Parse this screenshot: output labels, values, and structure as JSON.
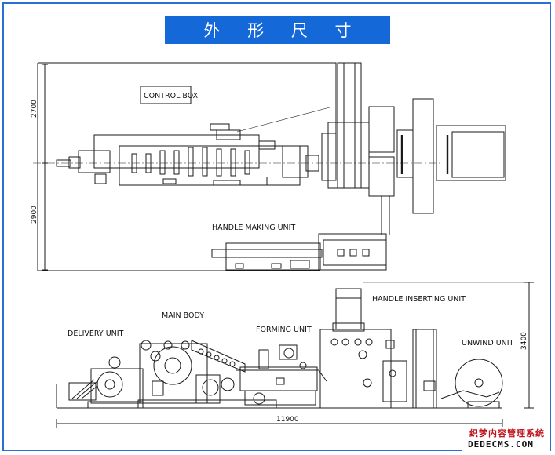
{
  "title": "外 形 尺 寸",
  "labels": {
    "control_box": "CONTROL BOX",
    "handle_making_unit": "HANDLE MAKING UNIT",
    "handle_inserting_unit": "HANDLE INSERTING UNIT",
    "main_body": "MAIN BODY",
    "delivery_unit": "DELIVERY UNIT",
    "forming_unit": "FORMING UNIT",
    "unwind_unit": "UNWIND UNIT"
  },
  "dimensions": {
    "top_upper": "2700",
    "top_lower": "2900",
    "height": "3400",
    "length": "11900"
  },
  "watermark": {
    "line1": "织梦内容管理系统",
    "line2": "DEDECMS.COM"
  },
  "colors": {
    "title_bg": "#1468d8",
    "border": "#2a6fd6",
    "line": "#1a1a1a"
  }
}
